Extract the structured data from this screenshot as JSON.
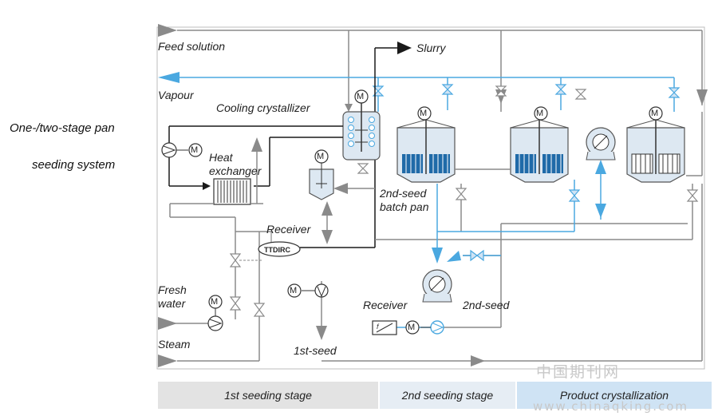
{
  "side_title": {
    "line1": "One-/two-stage pan",
    "line2": "seeding system"
  },
  "labels": {
    "feed_solution": "Feed solution",
    "slurry": "Slurry",
    "vapour": "Vapour",
    "cooling_crystallizer": "Cooling crystallizer",
    "heat_exchanger_1": "Heat",
    "heat_exchanger_2": "exchanger",
    "receiver_top": "Receiver",
    "batch_pan_1": "2nd-seed",
    "batch_pan_2": "batch pan",
    "fresh_water_1": "Fresh",
    "fresh_water_2": "water",
    "steam": "Steam",
    "first_seed": "1st-seed",
    "receiver_bottom": "Receiver",
    "second_seed": "2nd-seed",
    "controller": "TTDIRC",
    "motor": "M"
  },
  "stages": {
    "first": "1st seeding stage",
    "second": "2nd seeding stage",
    "third": "Product crystallization"
  },
  "watermark": {
    "cn": "中国期刊网",
    "url": "www.chinaqking.com"
  },
  "colors": {
    "process_line": "#8a8a8a",
    "black_line": "#1a1a1a",
    "blue_line": "#4aa8e0",
    "vessel_fill": "#dde8f2",
    "coil_blue": "#1f6aa8",
    "stage_first": "#e3e3e3",
    "stage_second": "#e6edf4",
    "stage_third": "#cfe3f4"
  }
}
